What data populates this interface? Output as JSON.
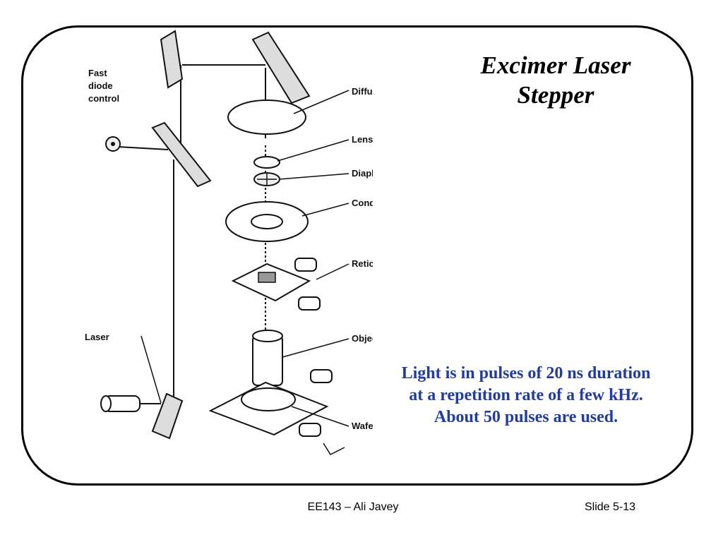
{
  "slide": {
    "title_line1": "Excimer Laser",
    "title_line2": "Stepper",
    "note_line1": "Light is in pulses of 20 ns duration",
    "note_line2": "at a repetition rate of a few kHz.",
    "note_line3": "About 50 pulses are used.",
    "footer_center": "EE143 – Ali Javey",
    "footer_right": "Slide 5-13",
    "note_color": "#1f3c9e"
  },
  "diagram": {
    "labels": {
      "fast": "Fast",
      "diode": "diode",
      "control": "control",
      "laser": "Laser",
      "diffuser": "Diffuser",
      "lens": "Lens",
      "diaphragm": "Diaphragm",
      "condenser": "Condenser",
      "reticle": "Reticle",
      "objective": "Objective",
      "wafer": "Wafer"
    }
  }
}
